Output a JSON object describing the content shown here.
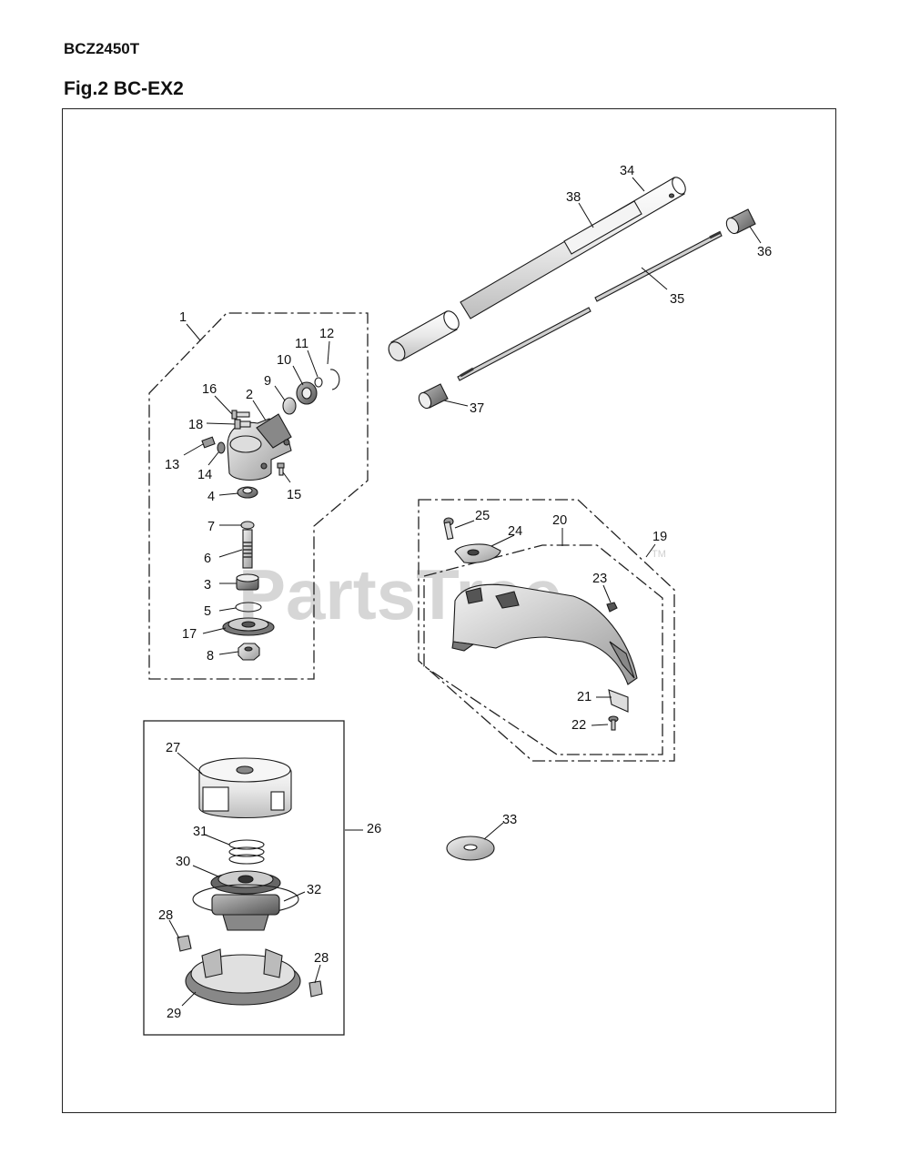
{
  "header": {
    "model": "BCZ2450T",
    "figure": "Fig.2 BC-EX2"
  },
  "watermark": {
    "text": "PartsTree",
    "mark": "TM"
  },
  "callouts": [
    "1",
    "2",
    "3",
    "4",
    "5",
    "6",
    "7",
    "8",
    "9",
    "10",
    "11",
    "12",
    "13",
    "14",
    "15",
    "16",
    "17",
    "18",
    "19",
    "20",
    "21",
    "22",
    "23",
    "24",
    "25",
    "26",
    "27",
    "28",
    "28",
    "29",
    "30",
    "31",
    "32",
    "33",
    "34",
    "35",
    "36",
    "37",
    "38"
  ]
}
